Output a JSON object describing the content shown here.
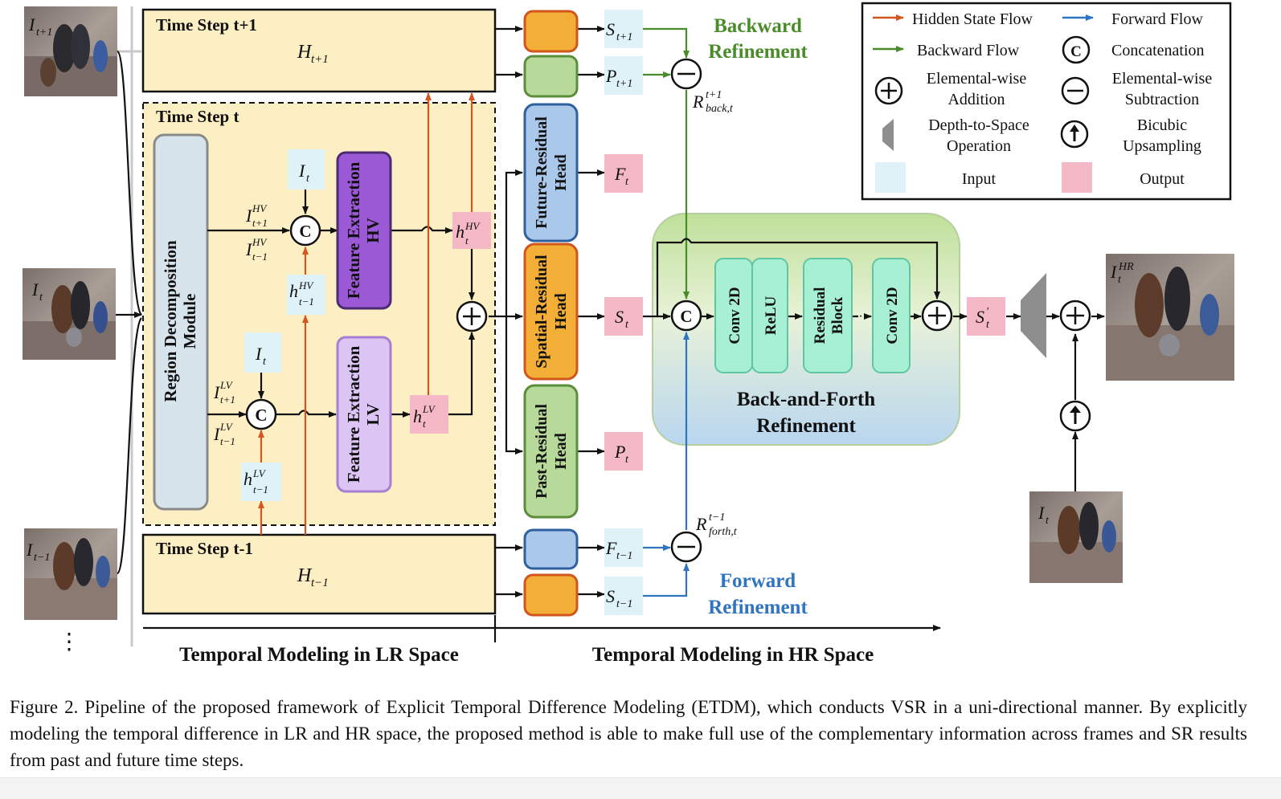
{
  "legend": {
    "hidden_state_flow": "Hidden State Flow",
    "forward_flow": "Forward Flow",
    "backward_flow": "Backward Flow",
    "concatenation": "Concatenation",
    "elemwise_add_1": "Elemental-wise",
    "elemwise_add_2": "Addition",
    "elemwise_sub_1": "Elemental-wise",
    "elemwise_sub_2": "Subtraction",
    "d2s_1": "Depth-to-Space",
    "d2s_2": "Operation",
    "bicubic_1": "Bicubic",
    "bicubic_2": "Upsampling",
    "input": "Input",
    "output": "Output"
  },
  "timesteps": {
    "next": "Time Step t+1",
    "current": "Time Step t",
    "prev": "Time Step t-1"
  },
  "modules": {
    "region_1": "Region Decomposition",
    "region_2": "Module",
    "fe_hv_1": "Feature Extraction",
    "fe_hv_2": "HV",
    "fe_lv_1": "Feature Extraction",
    "fe_lv_2": "LV",
    "future_1": "Future-Residual",
    "future_2": "Head",
    "spatial_1": "Spatial-Residual",
    "spatial_2": "Head",
    "past_1": "Past-Residual",
    "past_2": "Head",
    "conv1": "Conv 2D",
    "relu": "ReLU",
    "res_1": "Residual",
    "res_2": "Block",
    "conv2": "Conv 2D",
    "dots": "···"
  },
  "refine": {
    "backward_1": "Backward",
    "backward_2": "Refinement",
    "forward_1": "Forward",
    "forward_2": "Refinement",
    "bf_1": "Back-and-Forth",
    "bf_2": "Refinement"
  },
  "axis": {
    "lr": "Temporal Modeling in LR Space",
    "hr": "Temporal Modeling in HR Space"
  },
  "caption": "Figure 2. Pipeline of the proposed framework of Explicit Temporal Difference Modeling (ETDM), which conducts VSR in a uni-directional manner.  By explicitly modeling the temporal difference in LR and HR space, the proposed method is able to make full use of the complementary information across frames and SR results from past and future time steps.",
  "colors": {
    "hidden": "#d4561f",
    "forward": "#2e74c0",
    "backward": "#4a8c2a",
    "input_fill": "#dff2f7",
    "output_fill": "#f4b8c6",
    "timestep_fill": "#fcefc4"
  }
}
